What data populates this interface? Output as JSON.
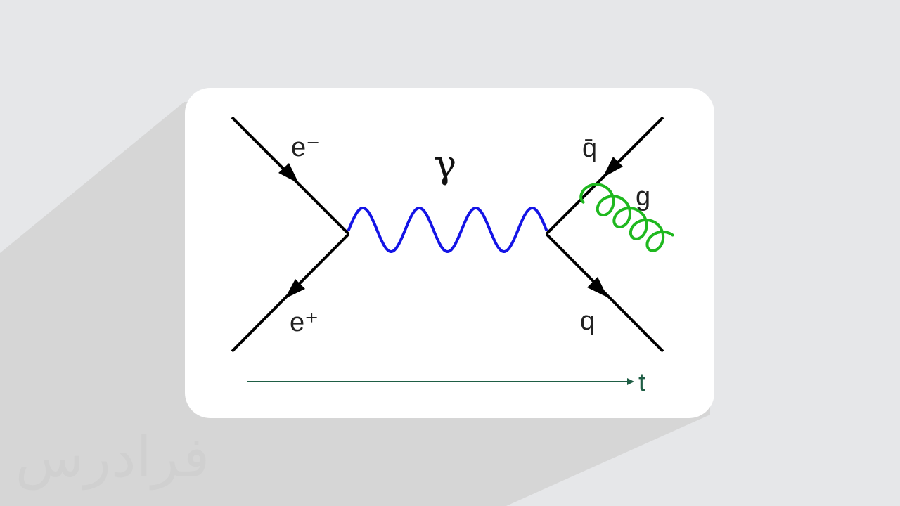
{
  "diagram": {
    "particles": {
      "electron": "e⁻",
      "positron": "e⁺",
      "photon": "γ",
      "antiquark": "q̄",
      "gluon": "g",
      "quark": "q"
    },
    "time_axis_label": "t",
    "colors": {
      "background": "#e6e7e9",
      "shadow": "#d6d6d6",
      "card": "#ffffff",
      "fermion_line": "#000000",
      "photon_line": "#1414e6",
      "gluon_line": "#1fb81f",
      "time_arrow": "#1f5e45",
      "time_label": "#1f5e45",
      "watermark": "#d0d0d0"
    }
  },
  "watermark": {
    "text": "فرادرس"
  }
}
